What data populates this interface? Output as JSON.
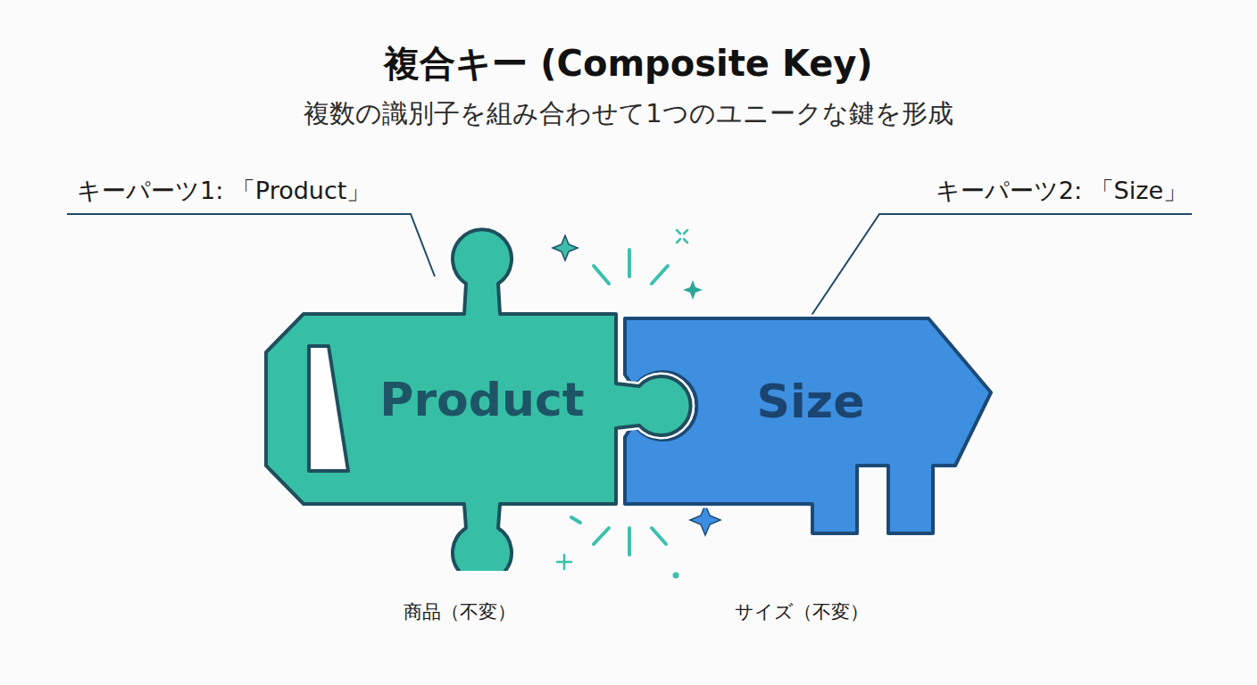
{
  "diagram": {
    "title": "複合キー (Composite Key)",
    "nodes": [
      {
        "text": [
          "Product"
        ]
      },
      {
        "text": [
          "Size"
        ]
      }
    ],
    "labels": [
      "複数の識別子を組み合わせて1つのユニークな鍵を形成",
      "キーパーツ1: 「Product」",
      "キーパーツ2: 「Size」",
      "商品（不変）",
      "サイズ（不変）"
    ]
  }
}
